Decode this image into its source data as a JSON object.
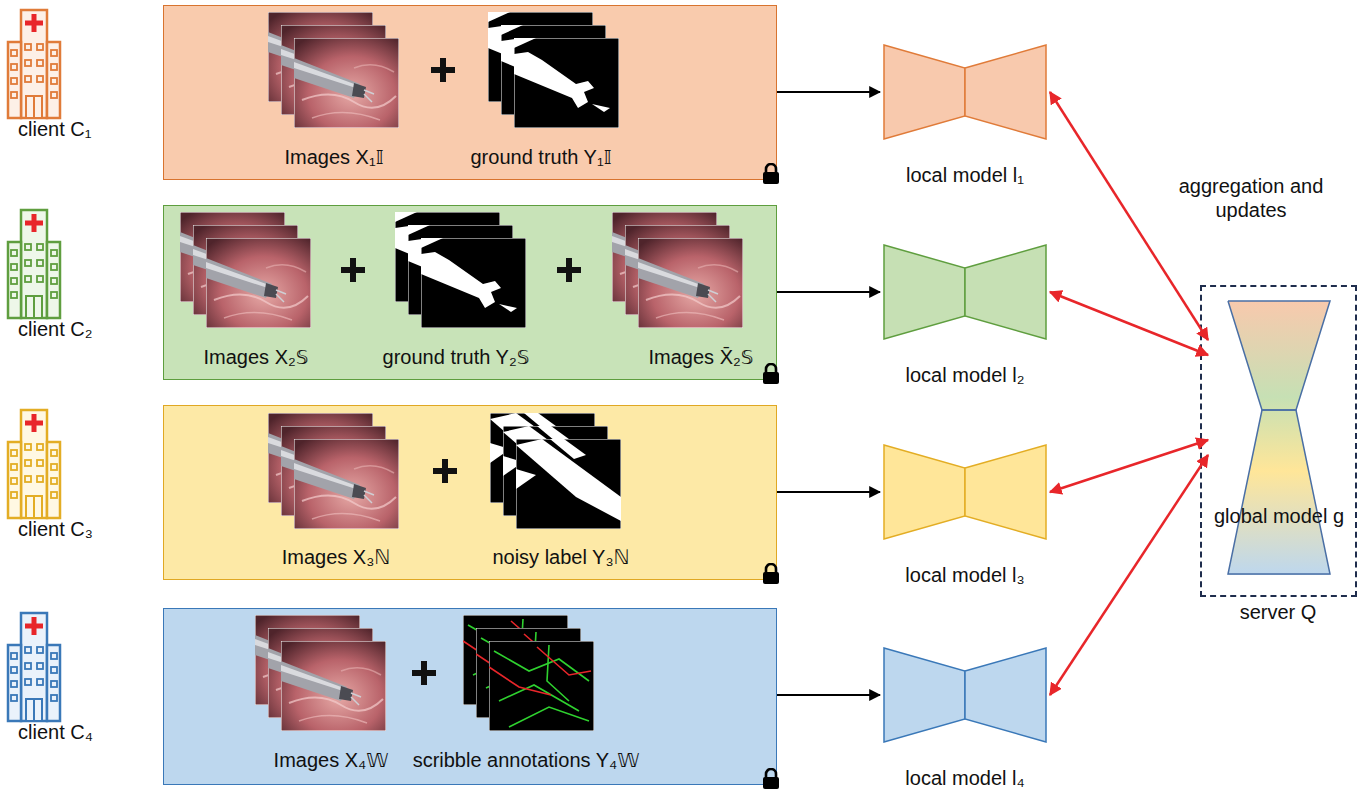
{
  "diagram": {
    "nodes": [
      {
        "text": [
          "client C₁"
        ]
      },
      {
        "text": [
          "Images X₁𝕀",
          "ground truth Y₁𝕀"
        ]
      },
      {
        "text": [
          "local model l₁"
        ]
      },
      {
        "text": [
          "client C₂"
        ]
      },
      {
        "text": [
          "Images X₂𝕊",
          "ground truth Y₂𝕊",
          "Images X̄₂𝕊"
        ]
      },
      {
        "text": [
          "local model l₂"
        ]
      },
      {
        "text": [
          "client C₃"
        ]
      },
      {
        "text": [
          "Images X₃ℕ",
          "noisy label Y₃ℕ"
        ]
      },
      {
        "text": [
          "local model l₃"
        ]
      },
      {
        "text": [
          "client C₄"
        ]
      },
      {
        "text": [
          "Images X₄𝕎",
          "scribble annotations Y₄𝕎"
        ]
      },
      {
        "text": [
          "local model l₄"
        ]
      },
      {
        "text": [
          "server Q"
        ]
      },
      {
        "text": [
          "global model g"
        ],
        "in": 12
      }
    ],
    "edges": [
      {
        "from": 1,
        "to": 2,
        "arrow": "to"
      },
      {
        "from": 4,
        "to": 5,
        "arrow": "to"
      },
      {
        "from": 7,
        "to": 8,
        "arrow": "to"
      },
      {
        "from": 10,
        "to": 11,
        "arrow": "to"
      },
      {
        "from": 2,
        "to": 13,
        "arrow": "both"
      },
      {
        "from": 5,
        "to": 13,
        "arrow": "both"
      },
      {
        "from": 8,
        "to": 13,
        "arrow": "both"
      },
      {
        "from": 11,
        "to": 13,
        "arrow": "both"
      }
    ],
    "labels": [
      "aggregation and updates"
    ]
  }
}
